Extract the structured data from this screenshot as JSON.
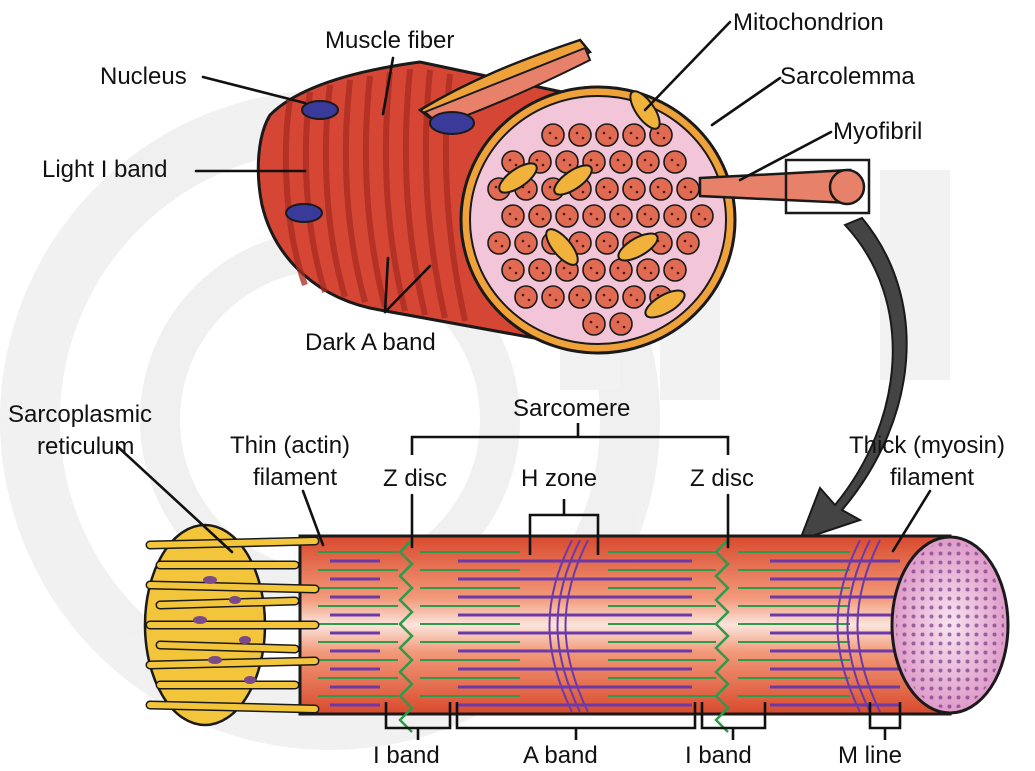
{
  "labels": {
    "nucleus": "Nucleus",
    "muscle_fiber": "Muscle fiber",
    "mitochondrion": "Mitochondrion",
    "sarcolemma": "Sarcolemma",
    "myofibril": "Myofibril",
    "light_i_band": "Light I band",
    "dark_a_band": "Dark A band",
    "sarcoplasmic_line1": "Sarcoplasmic",
    "sarcoplasmic_line2": "reticulum",
    "thin_line1": "Thin (actin)",
    "thin_line2": "filament",
    "sarcomere": "Sarcomere",
    "z_disc_left": "Z disc",
    "h_zone": "H zone",
    "z_disc_right": "Z disc",
    "thick_line1": "Thick (myosin)",
    "thick_line2": "filament",
    "i_band_left": "I band",
    "a_band": "A band",
    "i_band_right": "I band",
    "m_line": "M line"
  },
  "colors": {
    "muscle_red": "#d9483b",
    "muscle_dark": "#b52a22",
    "cross_section_pink": "#f2c6d8",
    "sarcolemma_orange": "#f0a23a",
    "myofibril_salmon": "#e8816a",
    "nucleus_blue": "#3a3a9a",
    "sarcoplasmic_yellow": "#f2c53a",
    "actin_green": "#2e9a4a",
    "myosin_purple": "#6b3aa8",
    "arrow_gray": "#444444",
    "watermark_gray": "#ededed"
  }
}
